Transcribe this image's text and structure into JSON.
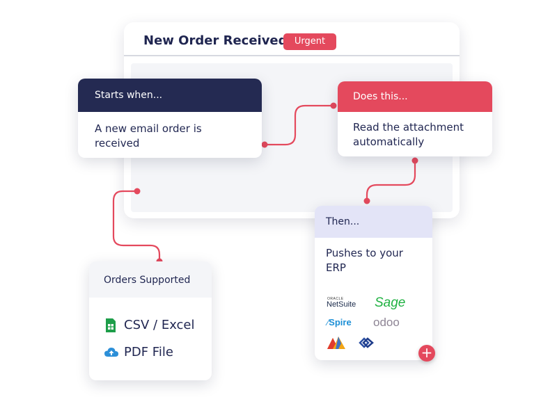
{
  "header": {
    "title": "New Order Received",
    "badge": "Urgent"
  },
  "trigger": {
    "label": "Starts when...",
    "text": "A new email order is received"
  },
  "action": {
    "label": "Does this...",
    "text": "Read the attachment automatically"
  },
  "result": {
    "label": "Then...",
    "text": "Pushes to your ERP",
    "logos": {
      "oracle_small": "ORACLE",
      "netsuite": "NetSuite",
      "sage": "Sage",
      "spire": "Spire",
      "odoo": "odoo"
    }
  },
  "orders": {
    "label": "Orders Supported",
    "formats": [
      "CSV / Excel",
      "PDF File"
    ]
  },
  "colors": {
    "navy": "#242a52",
    "red": "#e4495d",
    "lavender": "#e3e4f7",
    "green": "#1fb141",
    "spire_blue": "#1c8fd6",
    "odoo_gray": "#8e8595"
  },
  "icons": {
    "csv": "spreadsheet-icon",
    "pdf": "cloud-upload-icon",
    "add": "plus-icon"
  }
}
